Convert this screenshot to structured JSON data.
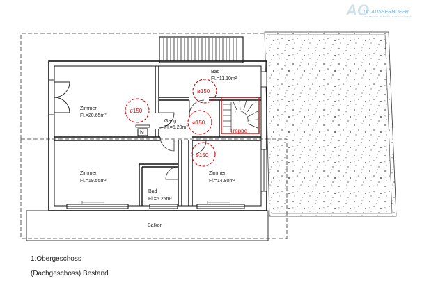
{
  "logo": {
    "mark": "AO",
    "name": "Dr. AUSSERHOFER",
    "subtitle": "ARCHITEKTUR · PLANUNG · BAUMANAGEMENT"
  },
  "rooms": {
    "zimmer_tl": {
      "name": "Zimmer",
      "area": "Fl.=20.65m²"
    },
    "bad_top": {
      "name": "Bad",
      "area": "Fl.=11.10m²"
    },
    "gang": {
      "name": "Gang",
      "area": "Fl.=5.20m²"
    },
    "zimmer_bl": {
      "name": "Zimmer",
      "area": "Fl.=19.55m²"
    },
    "bad_small": {
      "name": "Bad",
      "area": "Fl.=5.25m²"
    },
    "zimmer_br": {
      "name": "Zimmer",
      "area": "Fl.=14.80m²"
    },
    "balkon": {
      "name": "Balkon"
    }
  },
  "circles": [
    "ø150",
    "ø150",
    "ø150",
    "ø150"
  ],
  "stair_label": "Treppe",
  "caption": {
    "line1": "1.Obergeschoss",
    "line2": "(Dachgeschoss) Bestand"
  }
}
